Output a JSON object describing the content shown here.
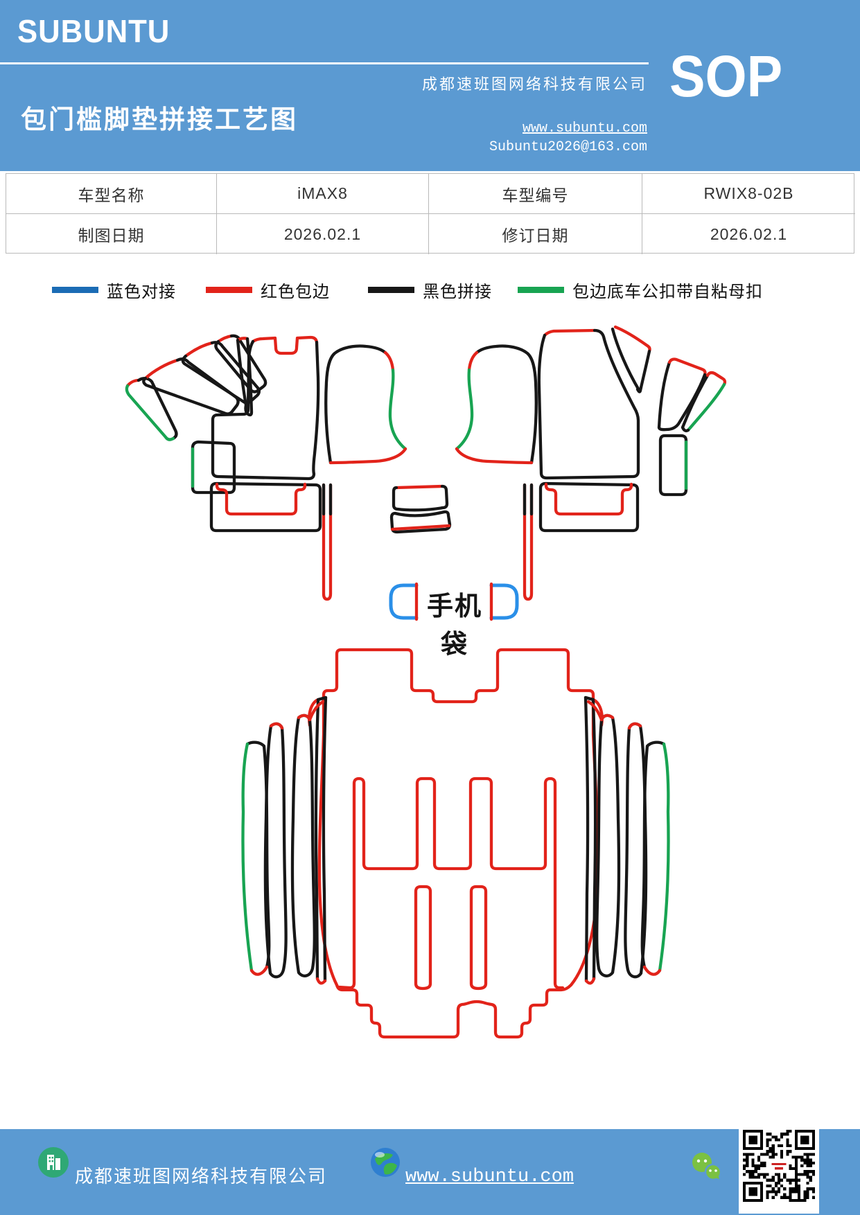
{
  "palette": {
    "banner": "#5b9ad2",
    "ink": "#171717",
    "red": "#e2231a",
    "green": "#18a452",
    "bblue": "#2a8fe8",
    "lblue": "#1b6cb5",
    "tborder": "#b9b9b9",
    "wechat": "#7bc142",
    "building": "#2fa875",
    "globe": "#2f7fd0"
  },
  "header": {
    "brand": "SUBUNTU",
    "title": "包门槛脚垫拼接工艺图",
    "company": "成都速班图网络科技有限公司",
    "website": "www.subuntu.com",
    "email": "Subuntu2026@163.com",
    "sop": "SOP"
  },
  "info_table": {
    "rows": [
      [
        "车型名称",
        "iMAX8",
        "车型编号",
        "RWIX8-02B"
      ],
      [
        "制图日期",
        "2026.02.1",
        "修订日期",
        "2026.02.1"
      ]
    ]
  },
  "legend": {
    "items": [
      {
        "label": "蓝色对接",
        "color": "#1b6cb5"
      },
      {
        "label": "红色包边",
        "color": "#e2231a"
      },
      {
        "label": "黑色拼接",
        "color": "#171717"
      },
      {
        "label": "包边底车公扣带自粘母扣",
        "color": "#18a452"
      }
    ]
  },
  "diagram": {
    "phone_bag_label": "手机袋"
  },
  "footer": {
    "company": "成都速班图网络科技有限公司",
    "website": "www.subuntu.com"
  }
}
